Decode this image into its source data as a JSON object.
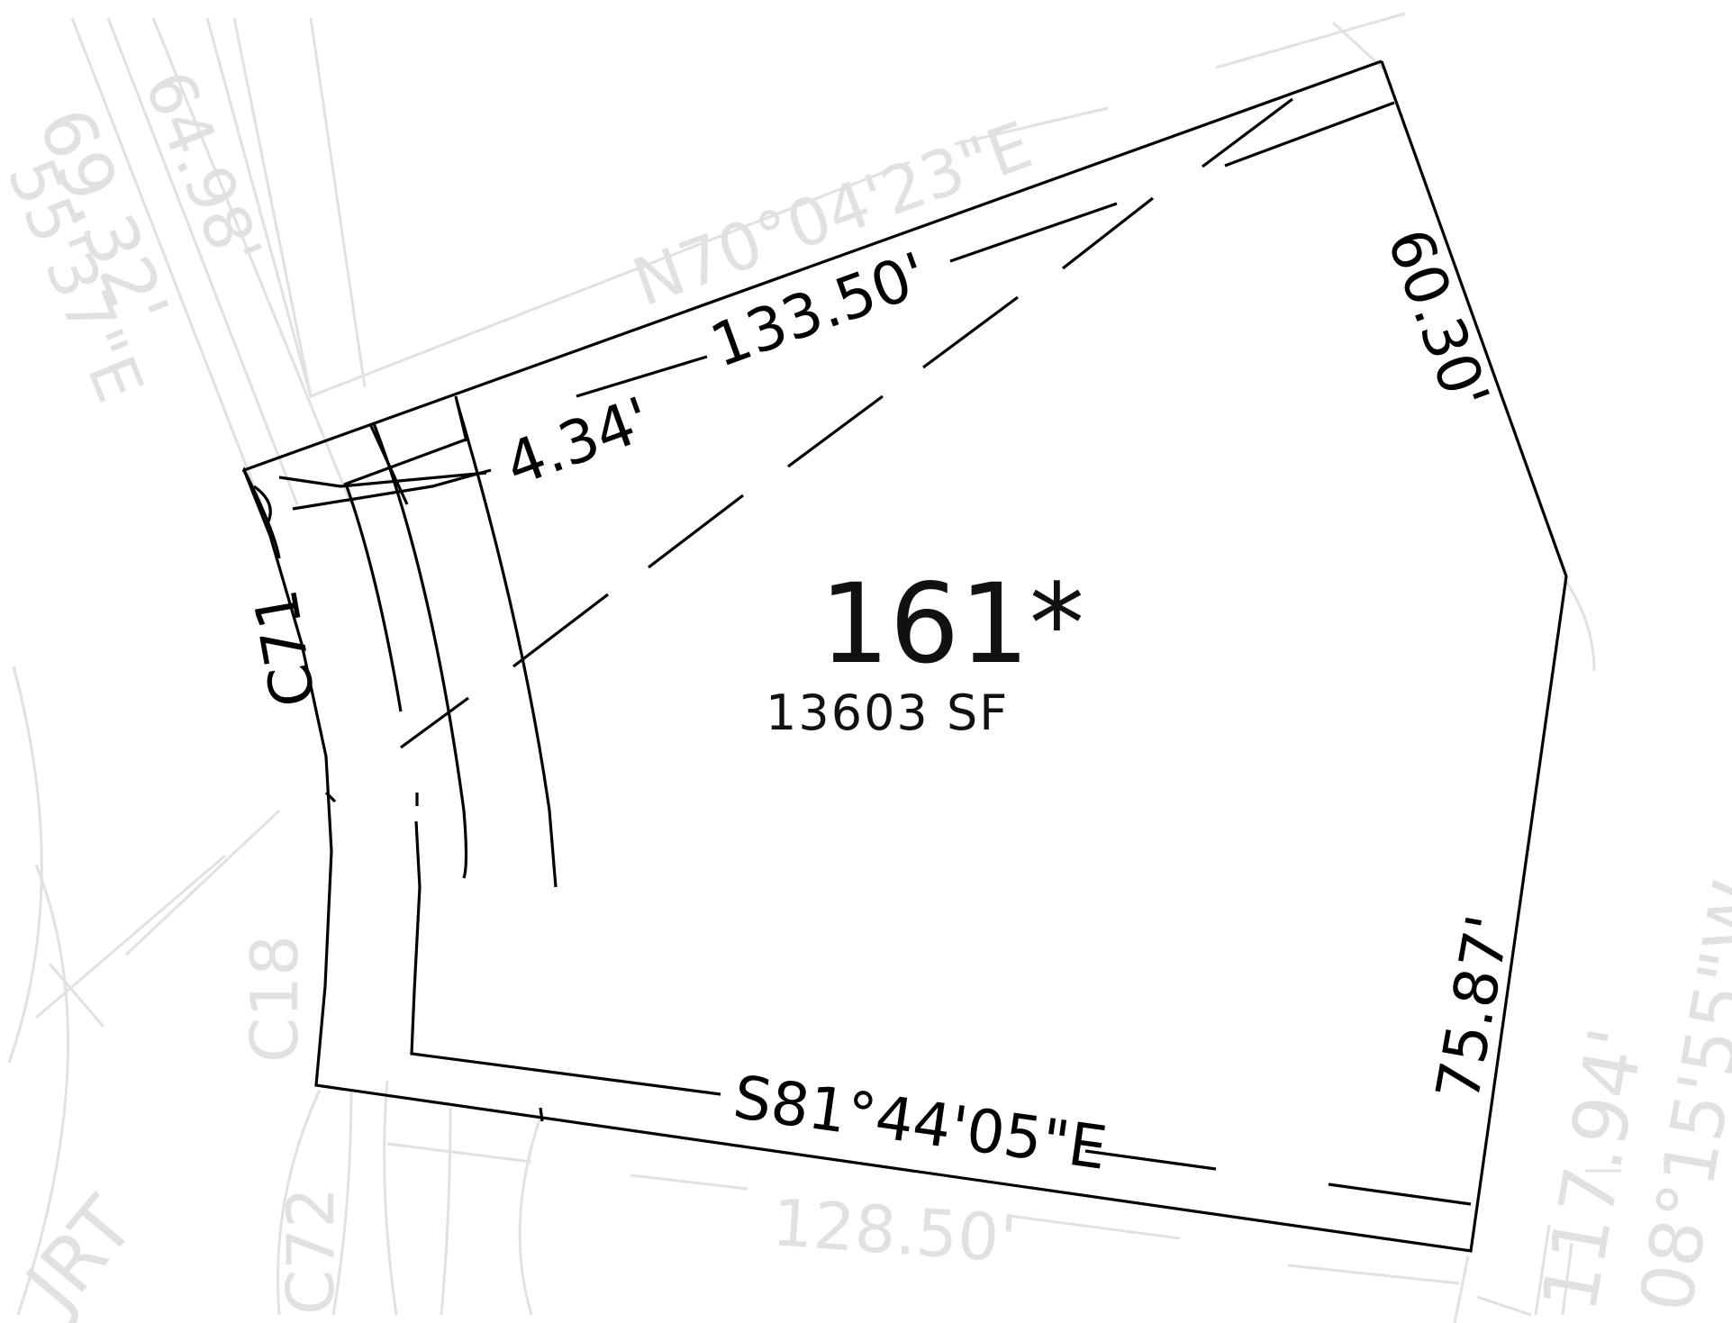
{
  "lot": {
    "number": "161*",
    "area": "13603 SF"
  },
  "boundary_labels": {
    "north_bearing": "N70°04'23\"E",
    "north_distance": "133.50'",
    "northeast_distance": "60.30'",
    "east_distance": "75.87'",
    "south_bearing": "S81°44'05\"E",
    "small_distance": "4.34'",
    "curve": "C71"
  },
  "adjacent_labels": {
    "left_distance_a": "64.98'",
    "left_distance_b": "69.32'",
    "left_bearing_partial": "55'37\"E",
    "south_distance": "128.50'",
    "right_distance": "117.94'",
    "right_bearing_partial": "08°15'55\"W",
    "curve_a": "C18",
    "curve_b": "C72",
    "street_partial": "JRT"
  },
  "colors": {
    "lot_lines": "#000000",
    "adjacent_lines": "#e1e1e1",
    "background": "#ffffff"
  }
}
